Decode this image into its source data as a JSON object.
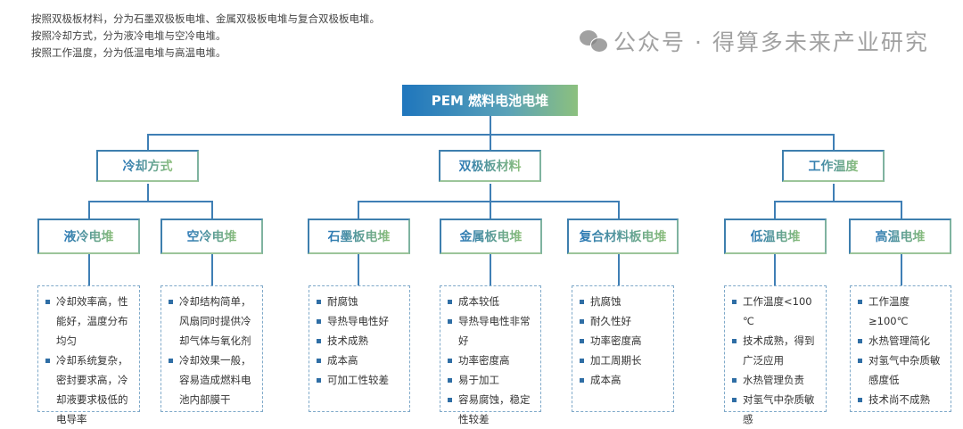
{
  "intro": [
    "按照双极板材料，分为石墨双极板电堆、金属双极板电堆与复合双极板电堆。",
    "按照冷却方式，分为液冷电堆与空冷电堆。",
    "按照工作温度，分为低温电堆与高温电堆。"
  ],
  "root": "PEM 燃料电池电堆",
  "categories": [
    "冷却方式",
    "双极板材料",
    "工作温度"
  ],
  "types": [
    "液冷电堆",
    "空冷电堆",
    "石墨板电堆",
    "金属板电堆",
    "复合材料板电堆",
    "低温电堆",
    "高温电堆"
  ],
  "lists": [
    [
      "冷却效率高，性能好，温度分布均匀",
      "冷却系统复杂，密封要求高，冷却液要求极低的电导率"
    ],
    [
      "冷却结构简单，风扇同时提供冷却气体与氧化剂",
      "冷却效果一般，容易造成燃料电池内部膜干"
    ],
    [
      "耐腐蚀",
      "导热导电性好",
      "技术成熟",
      "成本高",
      "可加工性较差"
    ],
    [
      "成本较低",
      "导热导电性非常好",
      "功率密度高",
      "易于加工",
      "容易腐蚀，稳定性较差"
    ],
    [
      "抗腐蚀",
      "耐久性好",
      "功率密度高",
      "加工周期长",
      "成本高"
    ],
    [
      "工作温度<100 ℃",
      "技术成熟，得到广泛应用",
      "水热管理负责",
      "对氢气中杂质敏感"
    ],
    [
      "工作温度≥100℃",
      "水热管理简化",
      "对氢气中杂质敏感度低",
      "技术尚不成熟"
    ]
  ],
  "watermark": "公众号 · 得算多未来产业研究"
}
